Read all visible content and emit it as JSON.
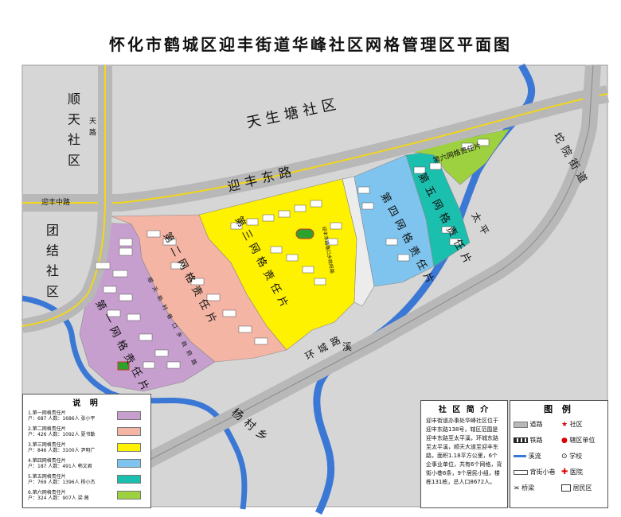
{
  "title": "怀化市鹤城区迎丰街道华峰社区网格管理区平面图",
  "labels": {
    "shuntian": "顺天社区",
    "tuanjie": "团结社区",
    "tianshengtang": "天生塘社区",
    "yingfeng_east": "迎丰东路",
    "yingfeng_mid": "迎丰中路",
    "tuoyuan": "坨院街道",
    "taiping": "太平",
    "huancheng": "环城路",
    "xi": "溪",
    "yangcun": "杨村乡",
    "tian_vertical": "天路",
    "grid1": "第一网格责任片",
    "grid2": "第二网格责任片",
    "grid3": "第三网格责任片",
    "grid4": "第四网格责任片",
    "grid5": "第五网格责任片",
    "grid6": "第六网格责任片",
    "shunchaocun": "顺天新村巷口乡政府路",
    "yingfenglane": "迎丰东路巷口乡政府路"
  },
  "colors": {
    "road": "#b8b8b8",
    "background": "#d4d4d4",
    "river": "#3b78d6",
    "grid1": "#c79fcf",
    "grid2": "#f4b5a5",
    "grid3": "#fff200",
    "grid4": "#7fc4ee",
    "grid5": "#1bbfae",
    "grid6": "#9ed13f",
    "road_line": "#f2d61a"
  },
  "legend_explain": {
    "title": "说  明",
    "rows": [
      {
        "name": "1.第一网格责任片",
        "households": "户：687",
        "people": "人数：1686人",
        "leader": "张小平",
        "color": "#c79fcf"
      },
      {
        "name": "2.第二网格责任片",
        "households": "户：426",
        "people": "人数：1092人",
        "leader": "夏书勤",
        "color": "#f4b5a5"
      },
      {
        "name": "3.第三网格责任片",
        "households": "户：846",
        "people": "人数：3100人",
        "leader": "尹明广",
        "color": "#fff200"
      },
      {
        "name": "4.第四网格责任片",
        "households": "户：187",
        "people": "人数：491人",
        "leader": "韩文君",
        "color": "#7fc4ee"
      },
      {
        "name": "5.第五网格责任片",
        "households": "户：769",
        "people": "人数：1396人",
        "leader": "杨小杰",
        "color": "#1bbfae"
      },
      {
        "name": "6.第六网格责任片",
        "households": "户：324",
        "people": "人数：907人",
        "leader": "梁  薇",
        "color": "#9ed13f"
      }
    ]
  },
  "intro": {
    "title": "社 区 简 介",
    "text": "迎丰街道办事处华峰社区位于迎丰东路138号，辖区范围是迎丰东路至太平溪，环城东路至太平溪，顺天大道至迎丰东路，面积1.18平方公里，6个企事业单位，共有6个网格，背街小巷6条，9个居民小组，楼栋131栋，总人口8672人。"
  },
  "tuli": {
    "title": "图  例",
    "items": [
      {
        "icon": "road-icon",
        "label": "道路"
      },
      {
        "icon": "community-star-icon",
        "label": "社区"
      },
      {
        "icon": "railway-icon",
        "label": "铁路"
      },
      {
        "icon": "unit-dot-icon",
        "label": "辖区单位"
      },
      {
        "icon": "stream-icon",
        "label": "溪流"
      },
      {
        "icon": "school-icon",
        "label": "学校"
      },
      {
        "icon": "alley-icon",
        "label": "背街小巷"
      },
      {
        "icon": "hospital-icon",
        "label": "医院"
      },
      {
        "icon": "bridge-icon",
        "label": "桥梁"
      },
      {
        "icon": "residential-icon",
        "label": "居民区"
      }
    ]
  }
}
